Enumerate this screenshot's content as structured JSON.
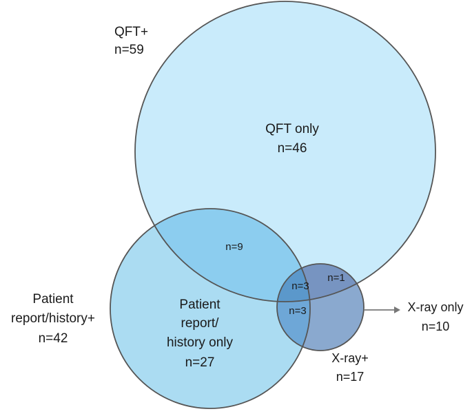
{
  "colors": {
    "qft_fill": "#c9ebfb",
    "patient_fill": "#abdcf2",
    "xray_fill": "#8aa9cf",
    "overlap_qft_patient": "#8ccdef",
    "overlap_patient_xray": "#6ea7d7",
    "overlap_qft_xray": "#7794c1",
    "overlap_all": "#5b98cb",
    "outline": "#555555"
  },
  "sets": {
    "qft": {
      "name": "QFT+",
      "count": "n=59"
    },
    "patient": {
      "name_line1": "Patient",
      "name_line2": "report/history+",
      "count": "n=42"
    },
    "xray": {
      "name": "X-ray+",
      "count": "n=17"
    }
  },
  "regions": {
    "qft_only": {
      "line1": "QFT only",
      "line2": "n=46"
    },
    "qft_patient": "n=9",
    "all_three": "n=3",
    "qft_xray": "n=1",
    "patient_xray": "n=3",
    "patient_only": {
      "line1": "Patient",
      "line2": "report/",
      "line3": "history only",
      "line4": "n=27"
    },
    "xray_only": {
      "line1": "X-ray only",
      "line2": "n=10"
    }
  }
}
